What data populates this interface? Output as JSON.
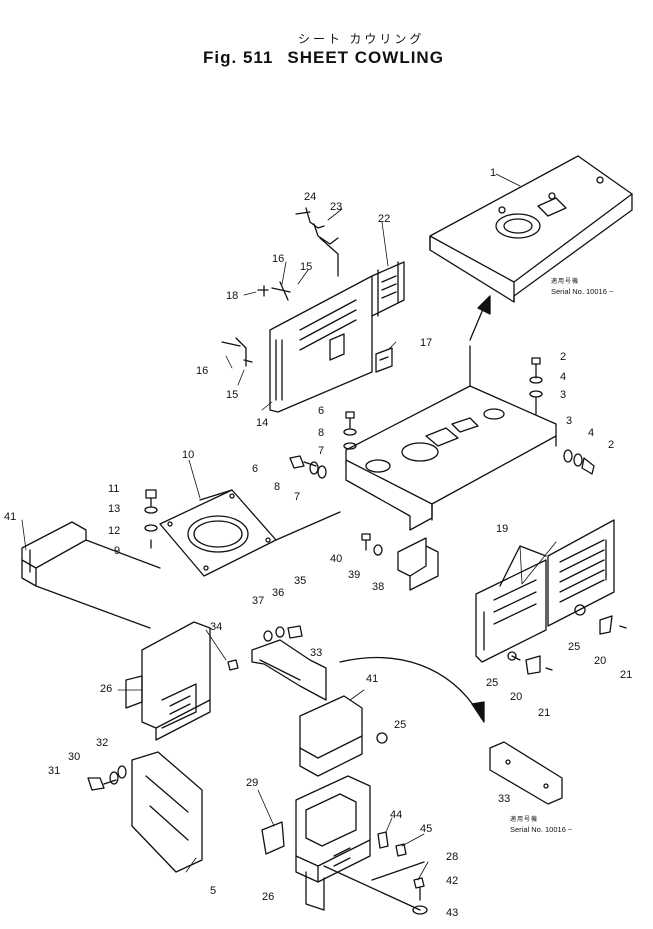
{
  "title": {
    "japanese": "シート カウリング",
    "figure": "Fig. 511",
    "name": "SHEET COWLING"
  },
  "notes": [
    {
      "id": "note-top",
      "jp": "適用号機",
      "text": "Serial No. 10016 ~"
    },
    {
      "id": "note-bottom",
      "jp": "適用号機",
      "text": "Serial No. 10016 ~"
    }
  ],
  "callouts": [
    "1",
    "2",
    "4",
    "3",
    "3",
    "4",
    "2",
    "24",
    "23",
    "22",
    "16",
    "15",
    "18",
    "17",
    "16",
    "15",
    "14",
    "6",
    "8",
    "7",
    "6",
    "8",
    "7",
    "10",
    "11",
    "13",
    "12",
    "9",
    "41",
    "19",
    "40",
    "39",
    "38",
    "25",
    "20",
    "21",
    "25",
    "20",
    "21",
    "37",
    "36",
    "35",
    "34",
    "33",
    "26",
    "41",
    "25",
    "30",
    "32",
    "31",
    "33",
    "29",
    "44",
    "45",
    "28",
    "5",
    "26",
    "42",
    "43"
  ],
  "colors": {
    "ink": "#111111",
    "paper": "#ffffff"
  }
}
